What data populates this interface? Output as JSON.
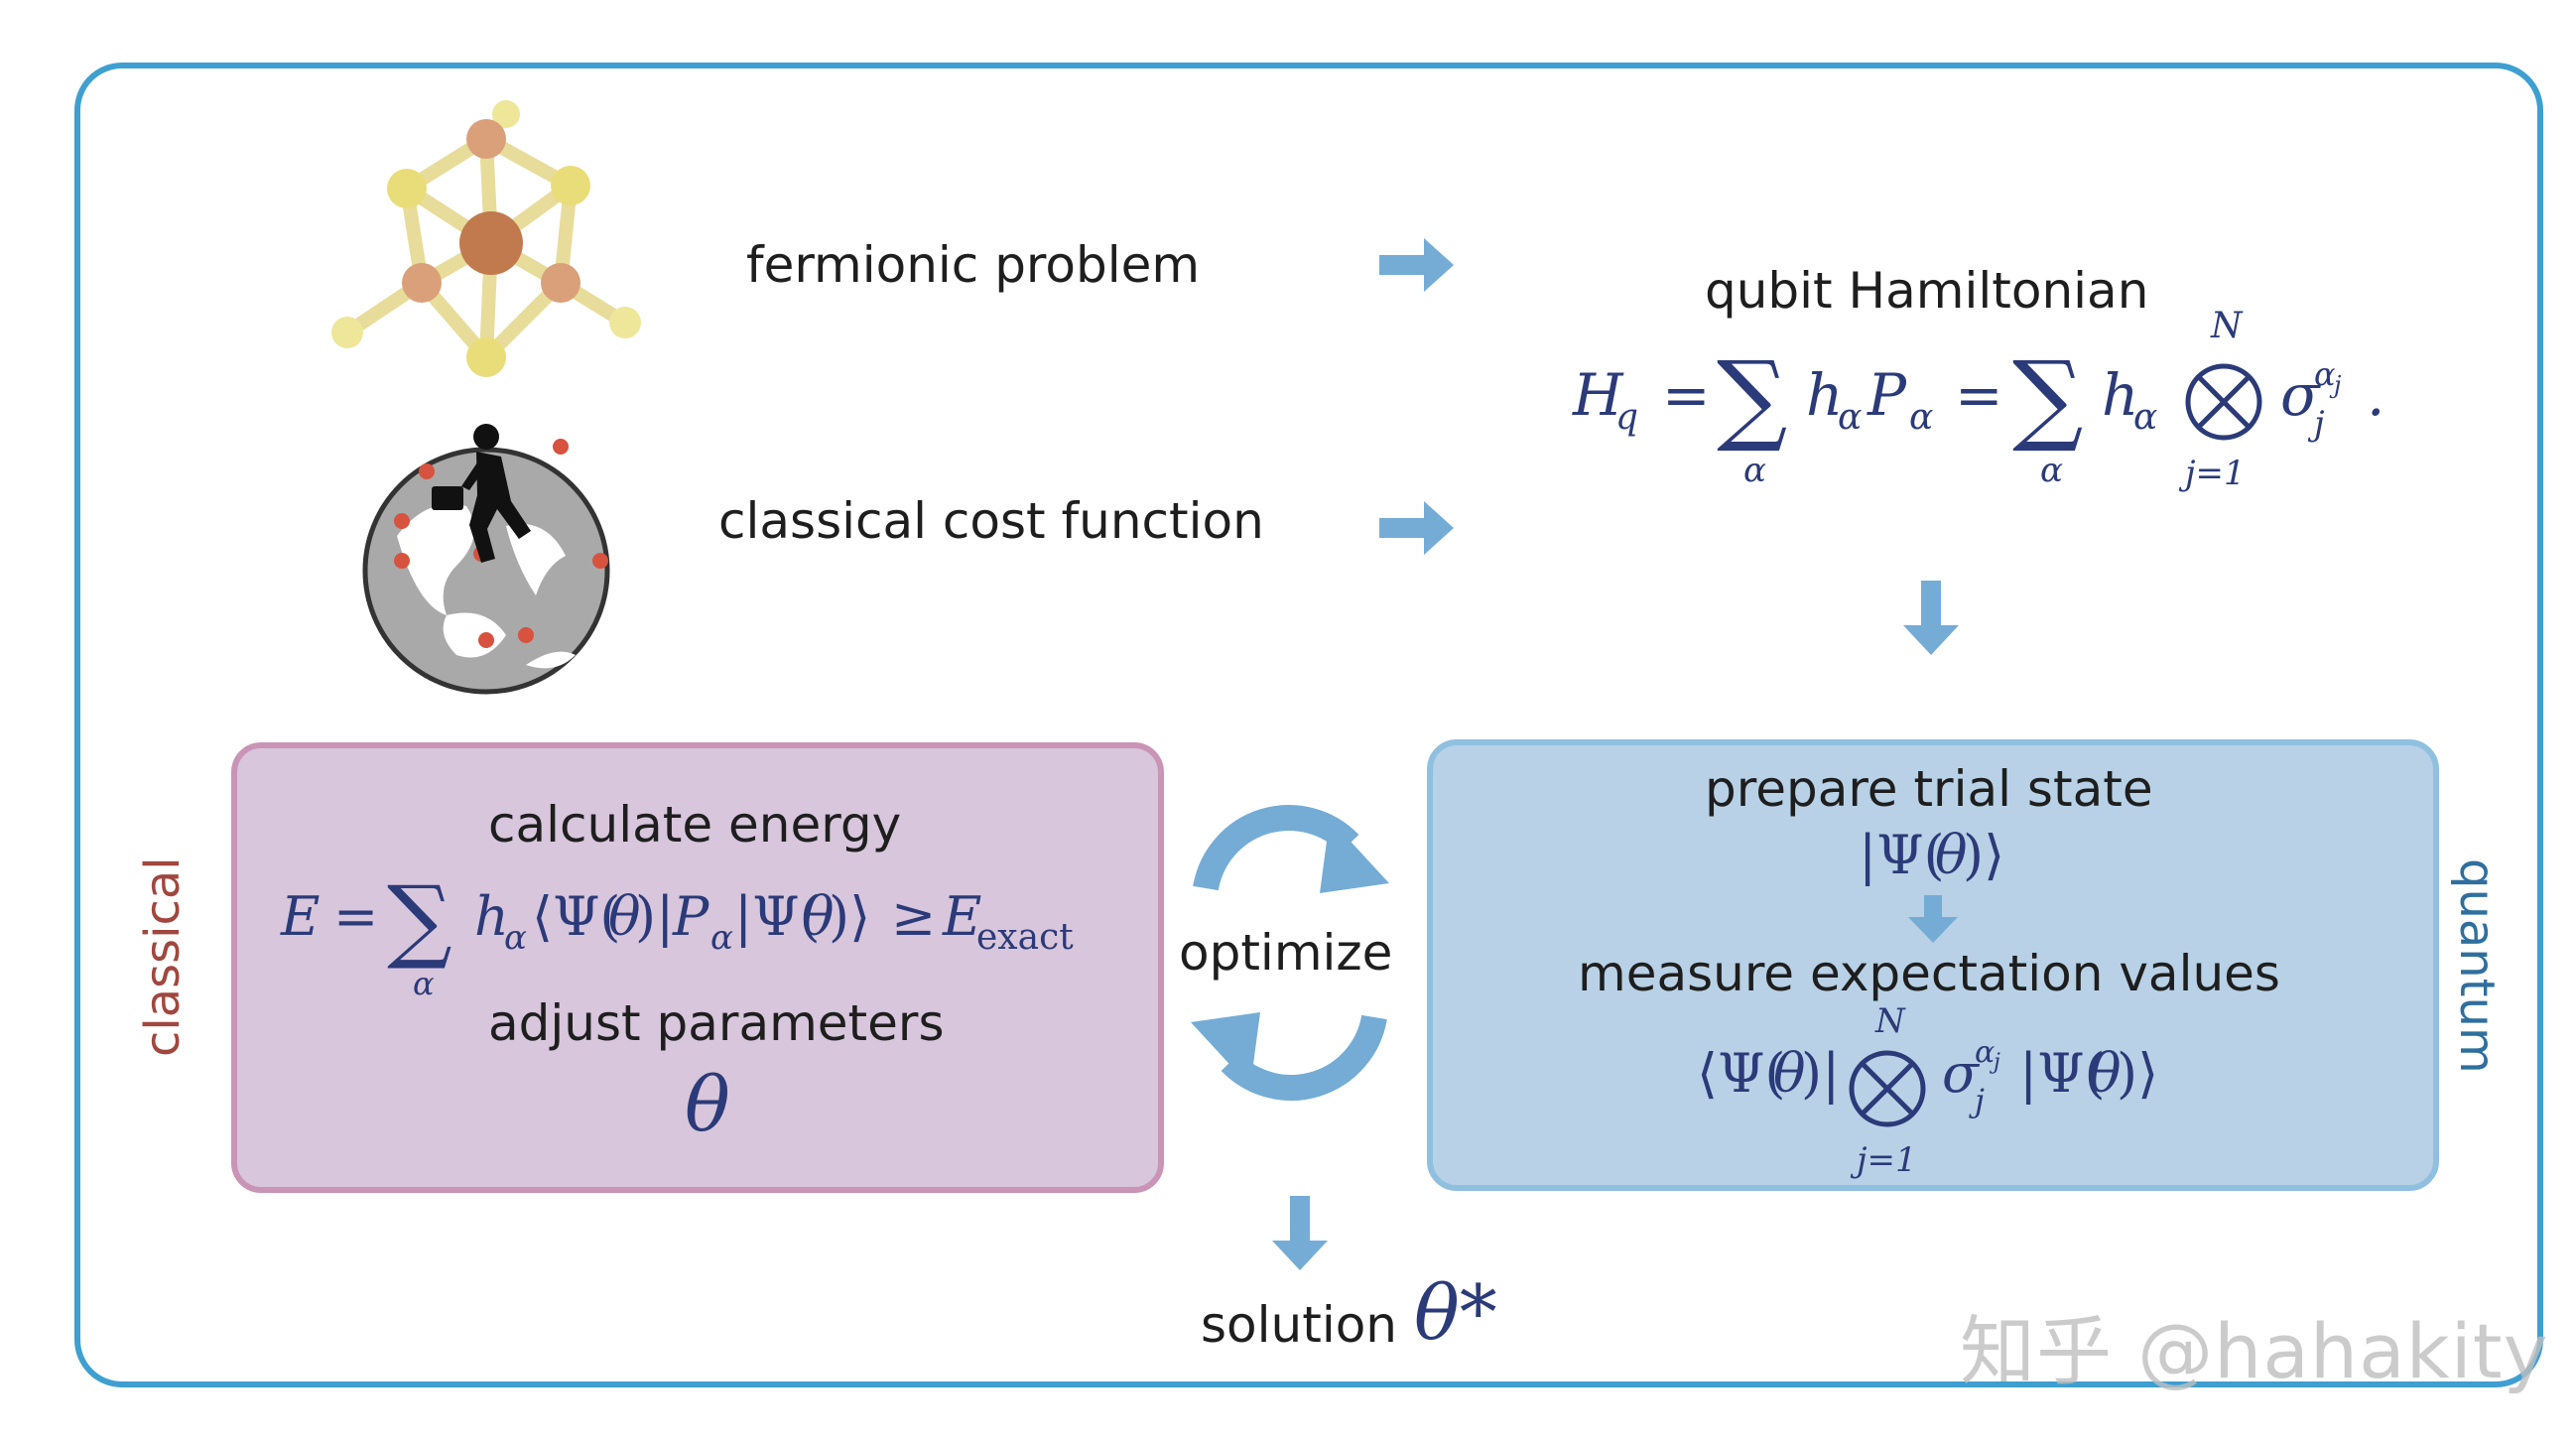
{
  "labels": {
    "fermionic_problem": "fermionic problem",
    "classical_cost_function": "classical cost function",
    "qubit_hamiltonian": "qubit Hamiltonian",
    "calculate_energy": "calculate energy",
    "adjust_parameters": "adjust parameters",
    "optimize": "optimize",
    "prepare_trial_state": "prepare trial state",
    "measure_expectation_values": "measure expectation values",
    "solution": "solution",
    "classical_side": "classical",
    "quantum_side": "quantum"
  },
  "math": {
    "hamiltonian": "H_q = Σ_α h_α P_α = Σ_α h_α ⊗_{j=1}^{N} σ_j^{α_j}.",
    "energy": "E = Σ_α h_α ⟨Ψ(θ)|P_α|Ψ(θ)⟩ ≥ E_exact",
    "theta": "θ",
    "trial_state": "|Ψ(θ)⟩",
    "expectation": "⟨Ψ(θ)| ⊗_{j=1}^{N} σ_j^{α_j} |Ψ(θ)⟩",
    "solution_theta": "θ*"
  },
  "watermark": "知乎 @hahakity",
  "colors": {
    "frame": "#3e9fd0",
    "arrow": "#74acd6",
    "classical_fill": "#d8c6dc",
    "classical_border": "#c994b6",
    "quantum_fill": "#b8d1e6",
    "quantum_border": "#8fc0e0",
    "math_text": "#2b3a78",
    "classical_label": "#a0473f",
    "quantum_label": "#2f6f9e"
  },
  "icons": {
    "molecule": "molecule-icon",
    "globe": "globe-traveler-icon"
  }
}
